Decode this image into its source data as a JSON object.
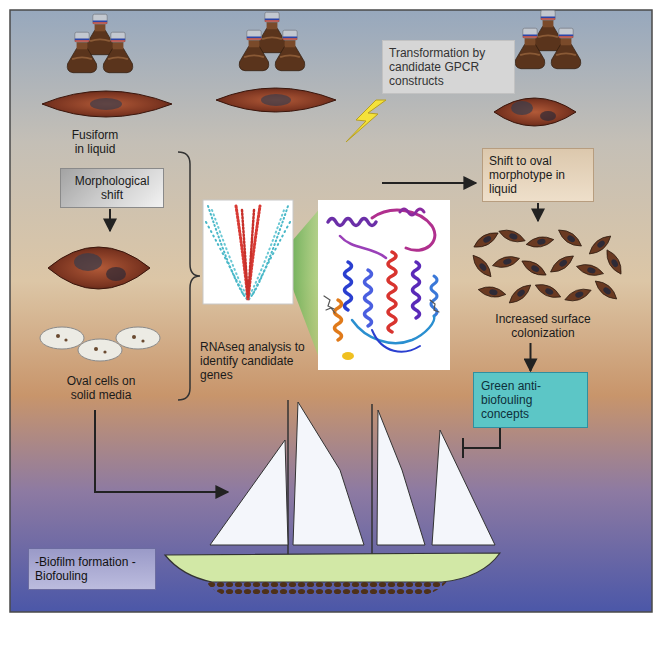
{
  "diagram": {
    "nodes": [
      {
        "text": [
          "Morphological shift"
        ]
      },
      {
        "text": [
          "Transformation by candidate GPCR constructs"
        ]
      },
      {
        "text": [
          "Oval cells on solid media"
        ]
      },
      {
        "text": [
          "Shift to oval morphotype in liquid"
        ]
      },
      {
        "text": [
          "Increased surface colonization"
        ]
      },
      {
        "text": [
          "Green anti-biofouling concepts"
        ]
      },
      {
        "text": [
          "-Biofilm formation -Biofouling"
        ]
      }
    ],
    "edges": [
      {
        "from": 0,
        "to": 2,
        "arrow": "to"
      },
      {
        "from": 3,
        "to": 4,
        "arrow": "to"
      },
      {
        "from": 4,
        "to": 5,
        "arrow": "to"
      }
    ],
    "labels": [
      "Fusiform in liquid",
      "RNAseq analysis to identify candidate genes"
    ]
  }
}
